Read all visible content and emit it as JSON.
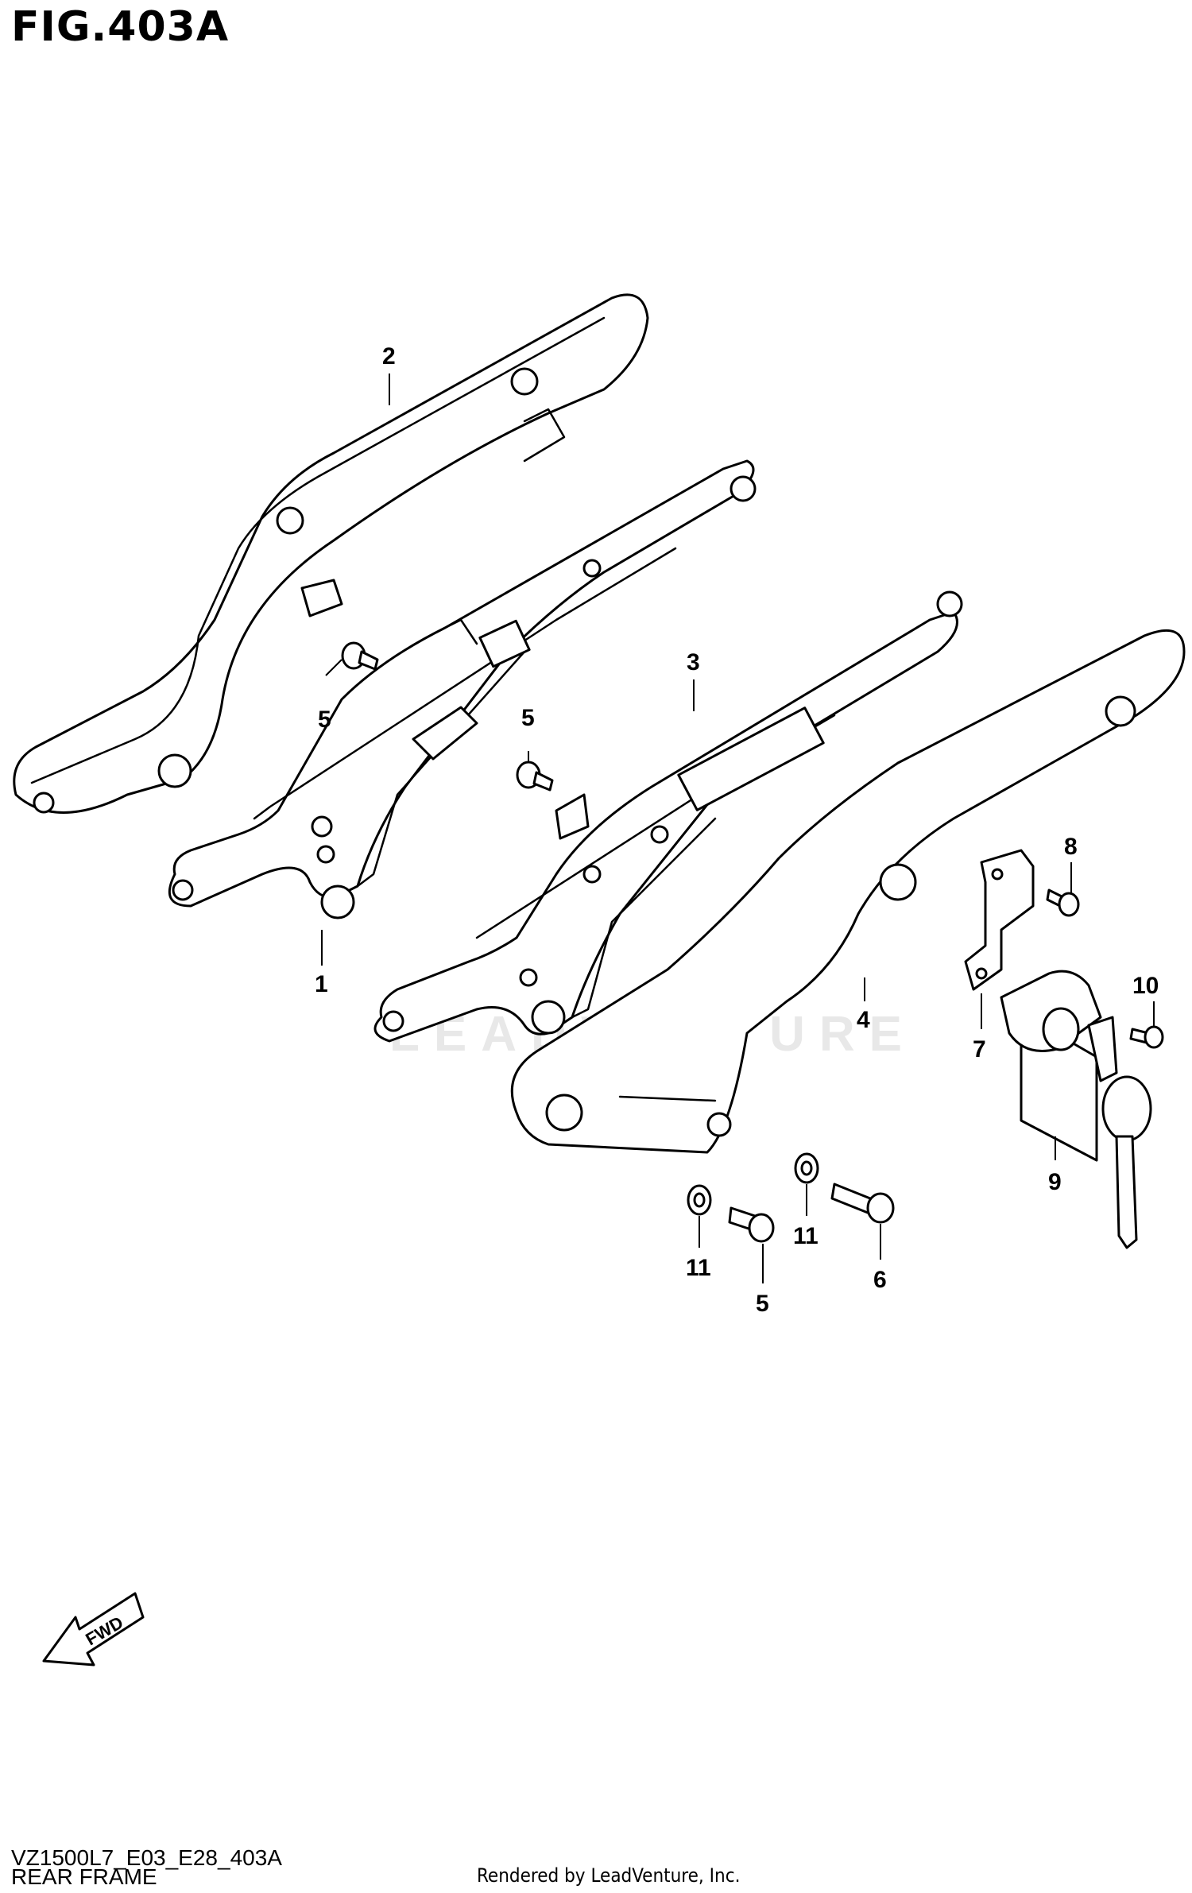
{
  "header": {
    "figure_title": "FIG.403A"
  },
  "footer": {
    "diagram_code": "VZ1500L7_E03_E28_403A",
    "section_name": "REAR FRAME",
    "credit": "Rendered by LeadVenture, Inc."
  },
  "watermark": "LEADVENTURE",
  "fwd_label": "FWD",
  "callouts": {
    "c1": "1",
    "c2": "2",
    "c3": "3",
    "c4": "4",
    "c5a": "5",
    "c5b": "5",
    "c5c": "5",
    "c6": "6",
    "c7": "7",
    "c8": "8",
    "c9": "9",
    "c10": "10",
    "c11a": "11",
    "c11b": "11"
  }
}
